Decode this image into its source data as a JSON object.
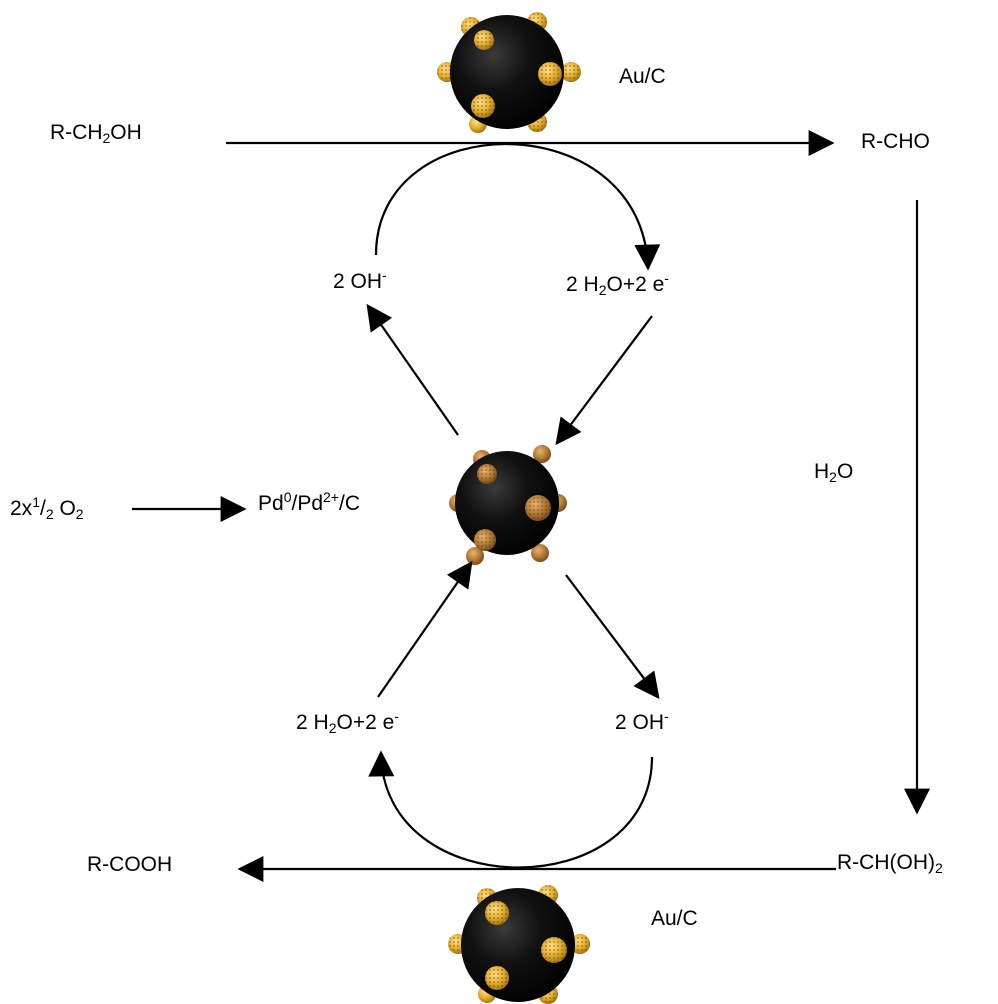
{
  "colors": {
    "catalyst_core": "#0a0a0a",
    "gold_particle": "#e2ad2c",
    "gold_particle_dark": "#9c6c10",
    "palladium_particle": "#b07a35",
    "palladium_particle_dark": "#6f4414",
    "arrow": "#000000"
  },
  "catalysts": {
    "top": {
      "label": "Au/C",
      "particle": "gold"
    },
    "center": {
      "label_main": "Pd",
      "label_sup0": "0",
      "label_mid": "/Pd",
      "label_sup2": "2+",
      "label_tail": "/C",
      "particle": "palladium"
    },
    "bottom": {
      "label": "Au/C",
      "particle": "gold"
    }
  },
  "species": {
    "alcohol": {
      "pre": "R-CH",
      "sub": "2",
      "post": "OH"
    },
    "aldehyde": "R-CHO",
    "water_reagent": {
      "pre": "H",
      "sub": "2",
      "post": "O"
    },
    "gem_diol": {
      "pre": "R-CH(OH)",
      "sub": "2"
    },
    "acid": "R-COOH",
    "oxygen": {
      "pre": "2x",
      "sup": "1",
      "mid": "/",
      "sub1": "2",
      "space": " O",
      "sub2": "2"
    }
  },
  "upper_cycle": {
    "left": {
      "pre": "2 OH",
      "sup": "-"
    },
    "right": {
      "pre": "2 H",
      "sub": "2",
      "mid": "O+2 e",
      "sup": "-"
    }
  },
  "lower_cycle": {
    "left": {
      "pre": "2 H",
      "sub": "2",
      "mid": "O+2 e",
      "sup": "-"
    },
    "right": {
      "pre": "2 OH",
      "sup": "-"
    }
  }
}
